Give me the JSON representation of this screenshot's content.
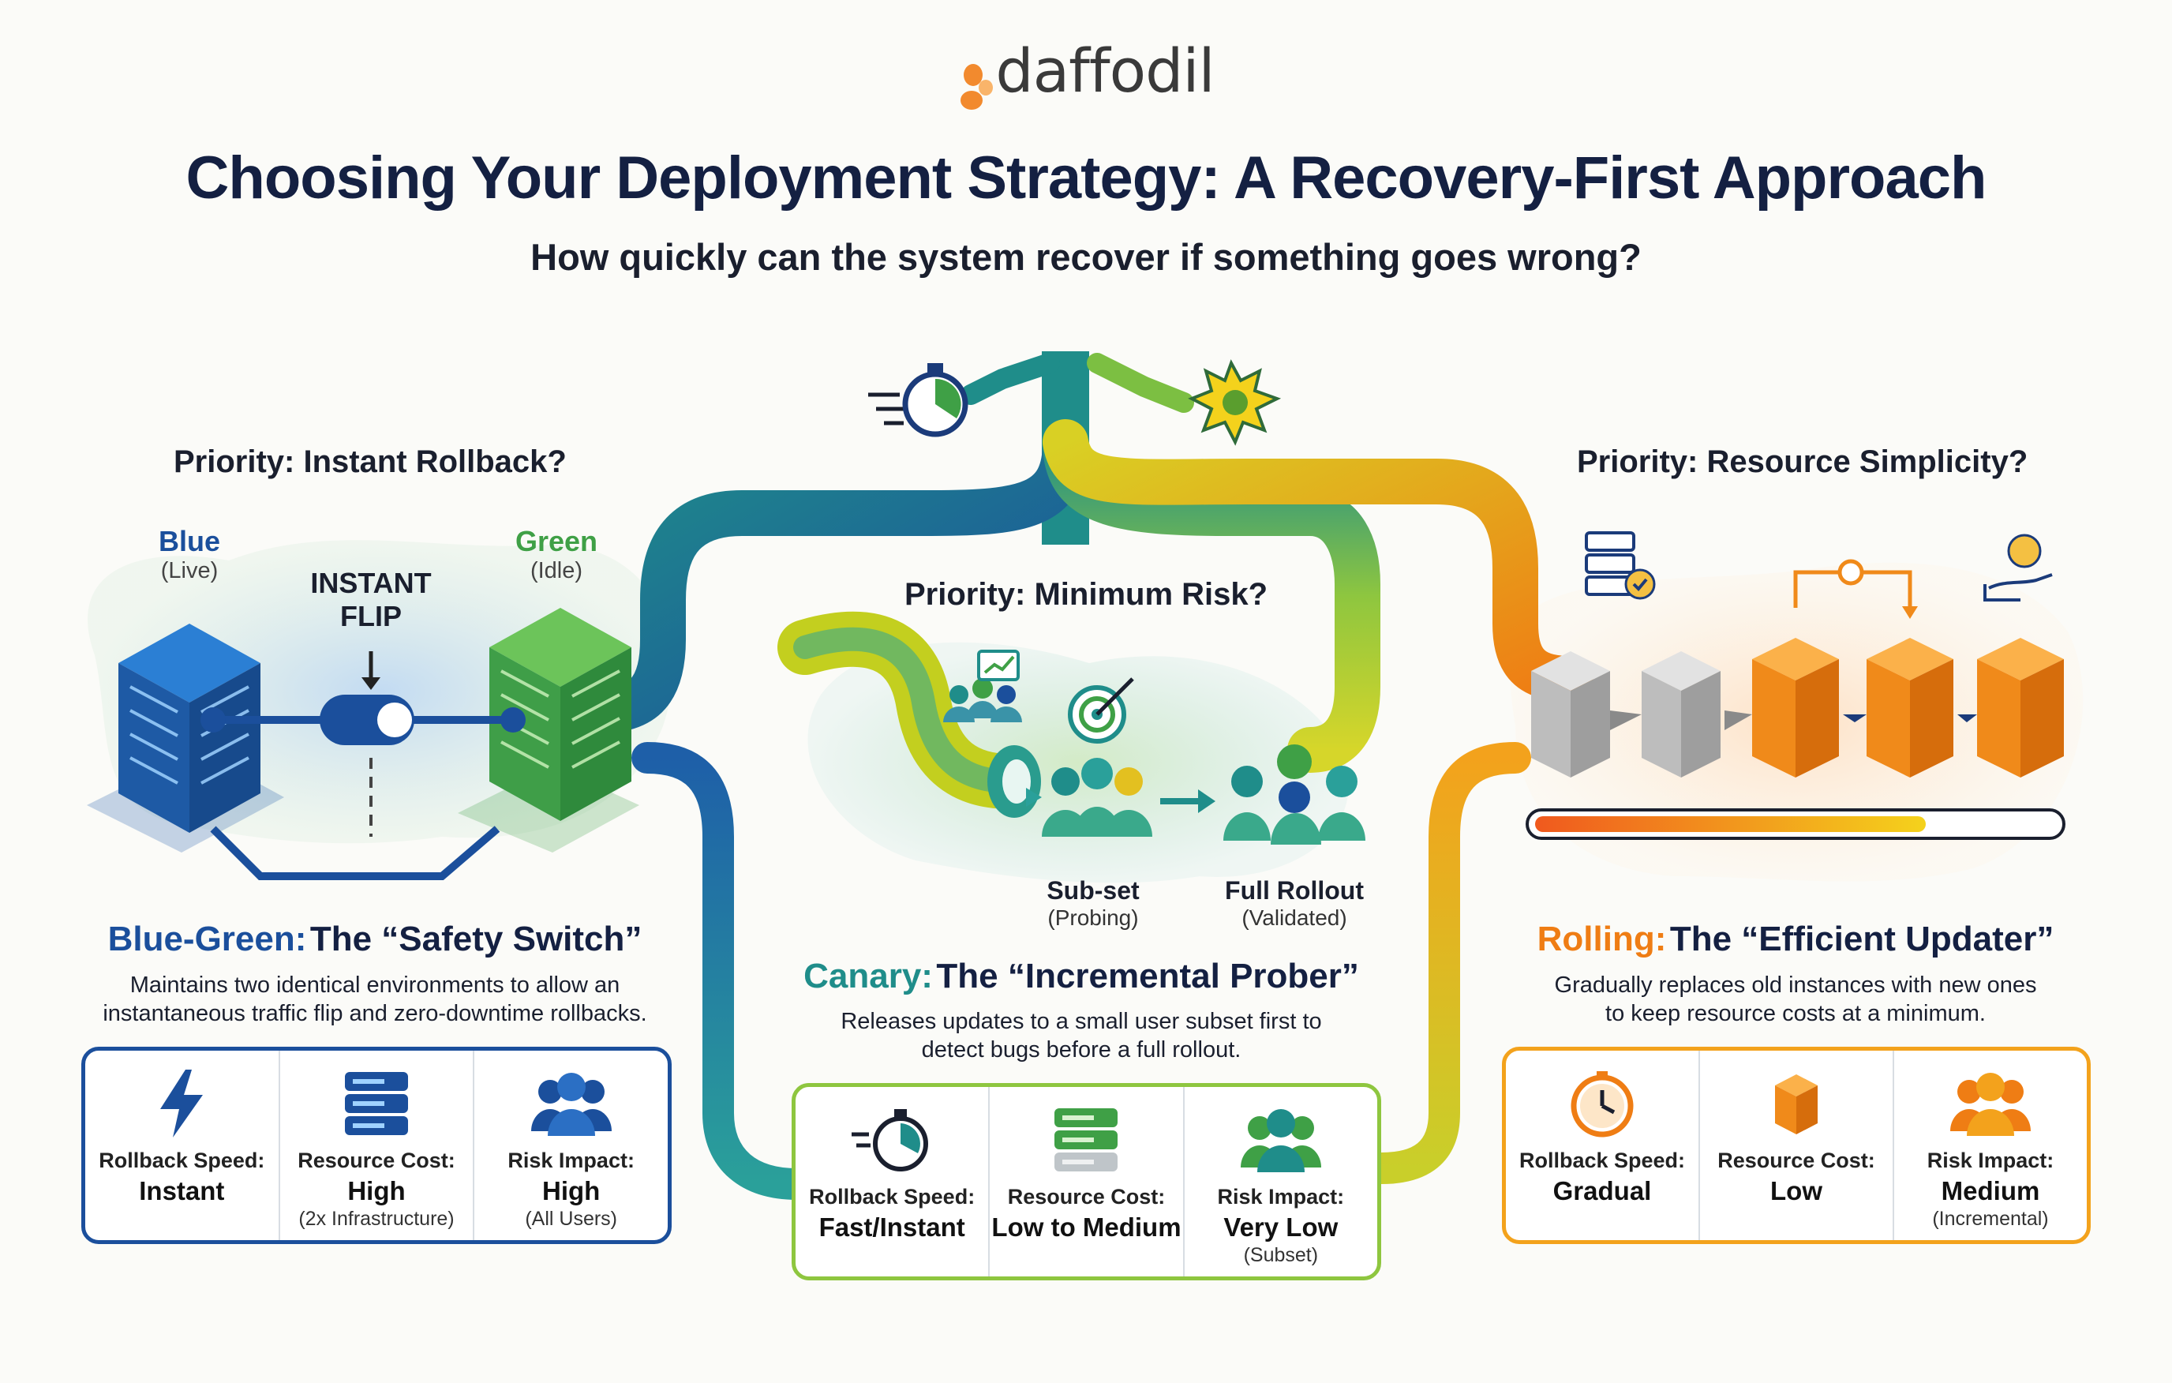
{
  "logo": {
    "wordmark": "daffodil"
  },
  "title": "Choosing Your Deployment Strategy: A Recovery-First Approach",
  "subtitle": "How quickly can the system recover if something goes wrong?",
  "colors": {
    "blue": "#1b4f9c",
    "green": "#3fa046",
    "teal": "#1f8d8a",
    "orange": "#ef7d14",
    "navy": "#142042"
  },
  "blue_green": {
    "priority": "Priority: Instant Rollback?",
    "blue_label": "Blue",
    "blue_state": "(Live)",
    "green_label": "Green",
    "green_state": "(Idle)",
    "flip_line1": "INSTANT",
    "flip_line2": "FLIP",
    "name": "Blue-Green:",
    "tagline": "The “Safety Switch”",
    "desc1": "Maintains two identical environments to allow an",
    "desc2": "instantaneous traffic flip and zero-downtime rollbacks.",
    "metrics": [
      {
        "icon": "lightning-icon",
        "label": "Rollback Speed:",
        "value": "Instant",
        "note": ""
      },
      {
        "icon": "server-stack-icon",
        "label": "Resource Cost:",
        "value": "High",
        "note": "(2x Infrastructure)"
      },
      {
        "icon": "users-group-icon",
        "label": "Risk Impact:",
        "value": "High",
        "note": "(All Users)"
      }
    ]
  },
  "canary": {
    "priority": "Priority: Minimum Risk?",
    "subset_label": "Sub-set",
    "subset_note": "(Probing)",
    "full_label": "Full Rollout",
    "full_note": "(Validated)",
    "name": "Canary:",
    "tagline": "The “Incremental Prober”",
    "desc1": "Releases updates to a small user subset first to",
    "desc2": "detect bugs before a full rollout.",
    "metrics": [
      {
        "icon": "stopwatch-icon",
        "label": "Rollback Speed:",
        "value": "Fast/Instant",
        "note": ""
      },
      {
        "icon": "server-stack-icon",
        "label": "Resource Cost:",
        "value": "Low to Medium",
        "note": ""
      },
      {
        "icon": "users-group-icon",
        "label": "Risk Impact:",
        "value": "Very Low",
        "note": "(Subset)"
      }
    ]
  },
  "rolling": {
    "priority": "Priority: Resource Simplicity?",
    "name": "Rolling:",
    "tagline": "The “Efficient Updater”",
    "desc1": "Gradually replaces old instances with new ones",
    "desc2": "to keep resource costs at a minimum.",
    "progress": 0.75,
    "metrics": [
      {
        "icon": "clock-icon",
        "label": "Rollback Speed:",
        "value": "Gradual",
        "note": ""
      },
      {
        "icon": "server-box-icon",
        "label": "Resource Cost:",
        "value": "Low",
        "note": ""
      },
      {
        "icon": "users-group-icon",
        "label": "Risk Impact:",
        "value": "Medium",
        "note": "(Incremental)"
      }
    ]
  }
}
